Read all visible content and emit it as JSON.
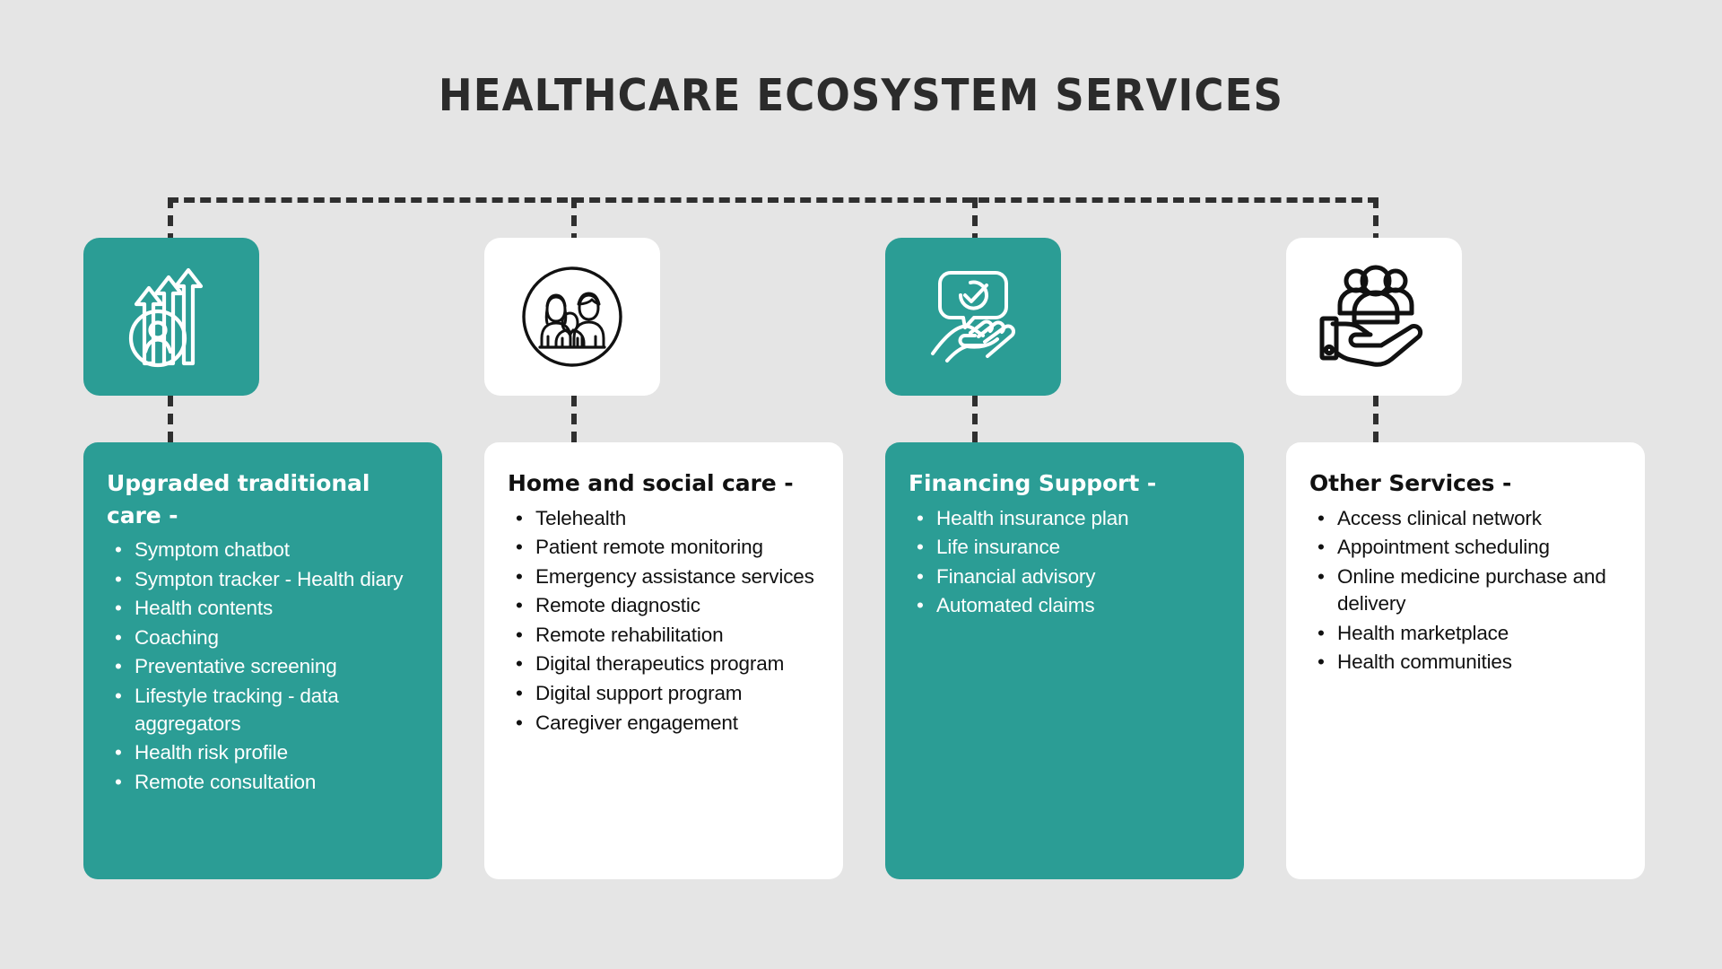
{
  "page": {
    "title": "HEALTHCARE ECOSYSTEM SERVICES",
    "background_color": "#e5e5e5",
    "accent_color": "#2b9d95",
    "text_dark": "#111111",
    "text_light": "#ffffff",
    "connector_color": "#2f2f2f"
  },
  "columns": [
    {
      "icon": {
        "name": "growth-arrows-person-icon",
        "style": "teal",
        "description": "three upward arrows with a person in a circle"
      },
      "card": {
        "style": "teal",
        "title": "Upgraded traditional care -",
        "items": [
          "Symptom chatbot",
          "Sympton tracker - Health diary",
          "Health contents",
          "Coaching",
          "Preventative screening",
          "Lifestyle tracking - data aggregators",
          "Health risk profile",
          "Remote consultation"
        ]
      }
    },
    {
      "icon": {
        "name": "family-group-circle-icon",
        "style": "white",
        "description": "family of three inside a circle outline"
      },
      "card": {
        "style": "white",
        "title": "Home and social care -",
        "items": [
          "Telehealth",
          "Patient remote monitoring",
          "Emergency assistance services",
          "Remote diagnostic",
          "Remote rehabilitation",
          "Digital therapeutics program",
          "Digital support program",
          "Caregiver engagement"
        ]
      }
    },
    {
      "icon": {
        "name": "hand-approved-chat-icon",
        "style": "teal",
        "description": "open hand holding speech bubble with check mark"
      },
      "card": {
        "style": "teal",
        "title": "Financing Support -",
        "items": [
          "Health insurance plan",
          "Life insurance",
          "Financial advisory",
          "Automated claims"
        ]
      }
    },
    {
      "icon": {
        "name": "hand-holding-people-icon",
        "style": "white",
        "description": "hand holding group of three people"
      },
      "card": {
        "style": "white",
        "title": "Other Services -",
        "items": [
          "Access clinical network",
          "Appointment scheduling",
          "Online medicine purchase and delivery",
          "Health marketplace",
          "Health communities"
        ]
      }
    }
  ]
}
